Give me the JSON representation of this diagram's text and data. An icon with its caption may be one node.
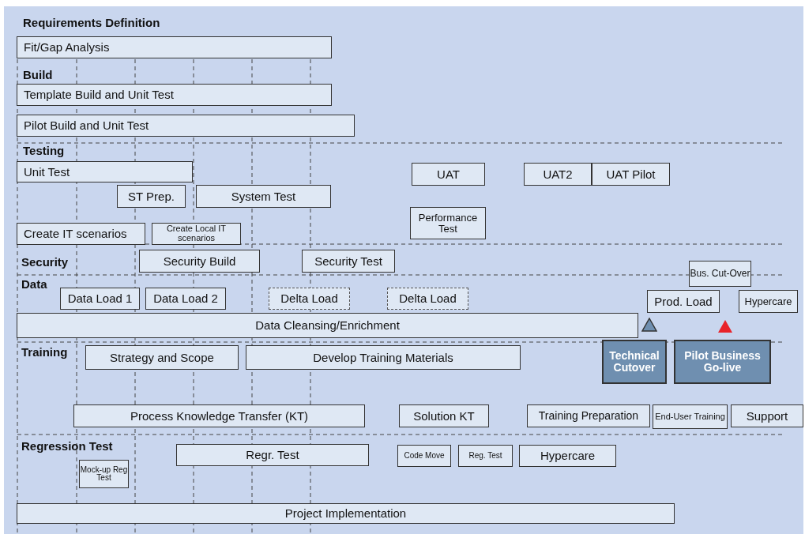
{
  "diagram": {
    "nodes": [
      {
        "text": [
          "Fit/Gap Analysis"
        ]
      },
      {
        "text": [
          "Template Build and Unit Test"
        ]
      },
      {
        "text": [
          "Pilot Build and Unit Test"
        ]
      },
      {
        "text": [
          "Unit Test"
        ]
      },
      {
        "text": [
          "UAT"
        ]
      },
      {
        "text": [
          "UAT2"
        ]
      },
      {
        "text": [
          "UAT Pilot"
        ]
      },
      {
        "text": [
          "ST Prep."
        ]
      },
      {
        "text": [
          "System Test"
        ]
      },
      {
        "text": [
          "Performance Test"
        ]
      },
      {
        "text": [
          "Create IT scenarios"
        ]
      },
      {
        "text": [
          "Create Local IT scenarios"
        ]
      },
      {
        "text": [
          "Security Build"
        ]
      },
      {
        "text": [
          "Security Test"
        ]
      },
      {
        "text": [
          "Bus. Cut-Over"
        ]
      },
      {
        "text": [
          "Data Load 1"
        ]
      },
      {
        "text": [
          "Data Load 2"
        ]
      },
      {
        "text": [
          "Delta Load"
        ]
      },
      {
        "text": [
          "Delta Load"
        ]
      },
      {
        "text": [
          "Prod. Load"
        ]
      },
      {
        "text": [
          "Hypercare"
        ]
      },
      {
        "text": [
          "Data Cleansing/Enrichment"
        ]
      },
      {
        "text": [
          "Technical Cutover"
        ]
      },
      {
        "text": [
          "Pilot Business Go-live"
        ]
      },
      {
        "text": [
          "Strategy and Scope"
        ]
      },
      {
        "text": [
          "Develop Training Materials"
        ]
      },
      {
        "text": [
          "Process Knowledge Transfer (KT)"
        ]
      },
      {
        "text": [
          "Solution KT"
        ]
      },
      {
        "text": [
          "Training Preparation"
        ]
      },
      {
        "text": [
          "End-User Training"
        ]
      },
      {
        "text": [
          "Support"
        ]
      },
      {
        "text": [
          "Regr. Test"
        ]
      },
      {
        "text": [
          "Code Move"
        ]
      },
      {
        "text": [
          "Reg. Test"
        ]
      },
      {
        "text": [
          "Hypercare"
        ]
      },
      {
        "text": [
          "Mock-up Reg Test"
        ]
      },
      {
        "text": [
          "Project Implementation"
        ]
      }
    ],
    "labels": [
      "Requirements Definition",
      "Build",
      "Testing",
      "Security",
      "Data",
      "Training",
      "Regression Test"
    ]
  }
}
